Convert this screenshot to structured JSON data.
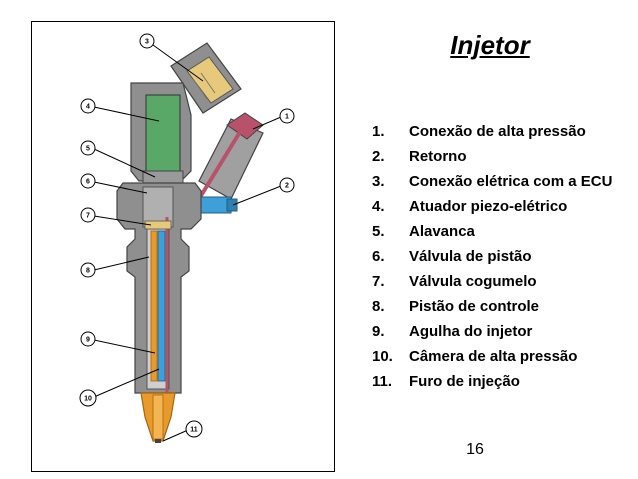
{
  "slide": {
    "title": "Injetor",
    "page_number": "16"
  },
  "legend": {
    "items": [
      {
        "num": "1.",
        "label": "Conexão de alta pressão"
      },
      {
        "num": "2.",
        "label": "Retorno"
      },
      {
        "num": "3.",
        "label": "Conexão elétrica com a ECU"
      },
      {
        "num": "4.",
        "label": "Atuador piezo-elétrico"
      },
      {
        "num": "5.",
        "label": "Alavanca"
      },
      {
        "num": "6.",
        "label": "Válvula de pistão"
      },
      {
        "num": "7.",
        "label": "Válvula cogumelo"
      },
      {
        "num": "8.",
        "label": "Pistão de controle"
      },
      {
        "num": "9.",
        "label": "Agulha do injetor"
      },
      {
        "num": "10.",
        "label": "Câmera de alta pressão"
      },
      {
        "num": "11.",
        "label": "Furo de injeção"
      }
    ]
  },
  "diagram": {
    "callouts": [
      "3",
      "4",
      "5",
      "6",
      "7",
      "8",
      "9",
      "10",
      "11",
      "1",
      "2"
    ],
    "colors": {
      "body": "#8f8f8f",
      "body_dark": "#555555",
      "actuator": "#5aa867",
      "high_pressure": "#b8526a",
      "return_line": "#3ea0d8",
      "nozzle": "#e89a2a",
      "connector": "#e6c97a",
      "frame": "#000000"
    }
  }
}
